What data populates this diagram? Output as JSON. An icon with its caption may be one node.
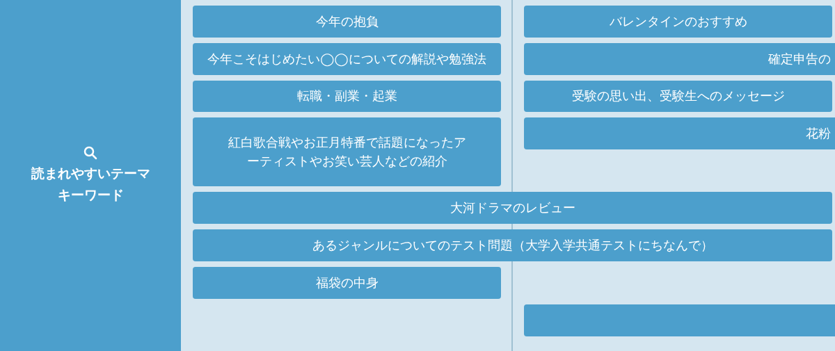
{
  "diagram": {
    "nodes": [
      {
        "text": [
          "読まれやすいテーマキーワード"
        ]
      },
      {
        "text": [
          "今年の抱負"
        ]
      },
      {
        "text": [
          "バレンタインのおすすめ"
        ]
      },
      {
        "text": [
          "今年こそはじめたい◯◯についての解説や勉強法"
        ]
      },
      {
        "text": [
          "確定申告の"
        ]
      },
      {
        "text": [
          "転職・副業・起業"
        ]
      },
      {
        "text": [
          "受験の思い出、受験生へのメッセージ"
        ]
      },
      {
        "text": [
          "紅白歌合戦やお正月特番で話題になったアーティストやお笑い芸人などの紹介"
        ]
      },
      {
        "text": [
          "花粉"
        ]
      },
      {
        "text": [
          "大河ドラマのレビュー"
        ]
      },
      {
        "text": [
          "あるジャンルについてのテスト問題（大学入学共通テストにちなんで）"
        ]
      },
      {
        "text": [
          "福袋の中身"
        ]
      },
      {
        "text": [],
        "shape": "bar"
      }
    ]
  }
}
